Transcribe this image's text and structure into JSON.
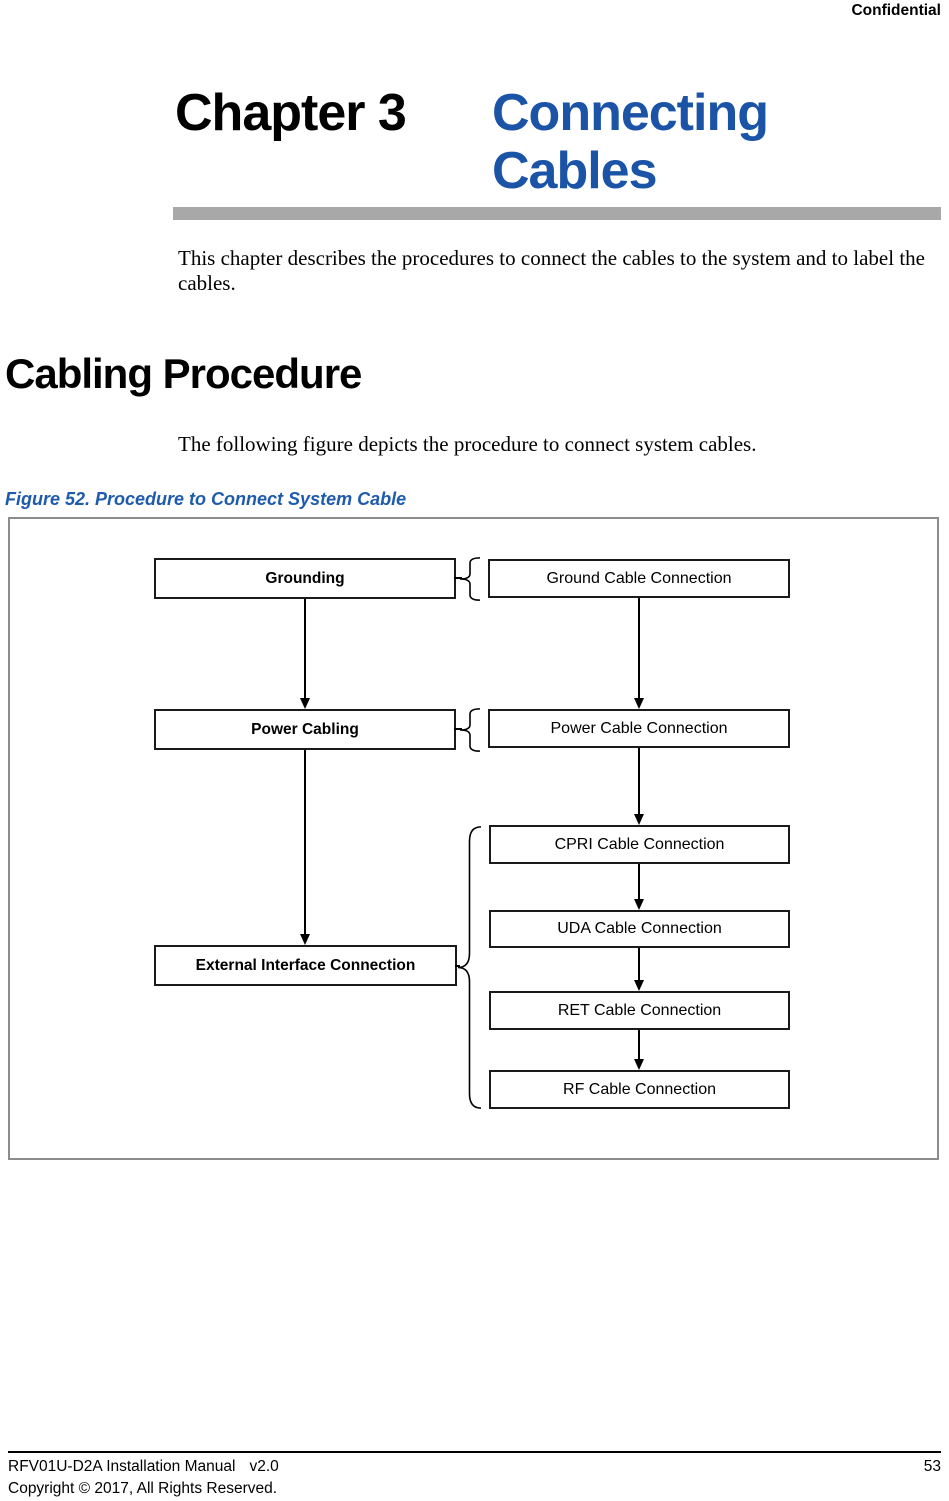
{
  "header": {
    "confidential": "Confidential"
  },
  "chapter": {
    "label": "Chapter 3",
    "title": "Connecting Cables"
  },
  "intro_paragraph": "This chapter describes the procedures to connect the cables to the system and to label the cables.",
  "section": {
    "heading": "Cabling Procedure",
    "body": "The following figure depicts the procedure to connect system cables."
  },
  "figure": {
    "caption": "Figure 52. Procedure to Connect System Cable",
    "nodes": {
      "grounding": "Grounding",
      "power_cabling": "Power Cabling",
      "external_interface": "External Interface Connection",
      "ground_cable": "Ground Cable Connection",
      "power_cable": "Power Cable Connection",
      "cpri_cable": "CPRI Cable Connection",
      "uda_cable": "UDA Cable Connection",
      "ret_cable": "RET Cable Connection",
      "rf_cable": "RF Cable Connection"
    }
  },
  "footer": {
    "manual": "RFV01U-D2A Installation Manual",
    "version": "v2.0",
    "page_number": "53",
    "copyright": "Copyright © 2017, All Rights Reserved."
  },
  "colors": {
    "heading_blue": "#1b53a6",
    "caption_blue": "#1e5bac",
    "divider_gray": "#a8a8a8"
  }
}
